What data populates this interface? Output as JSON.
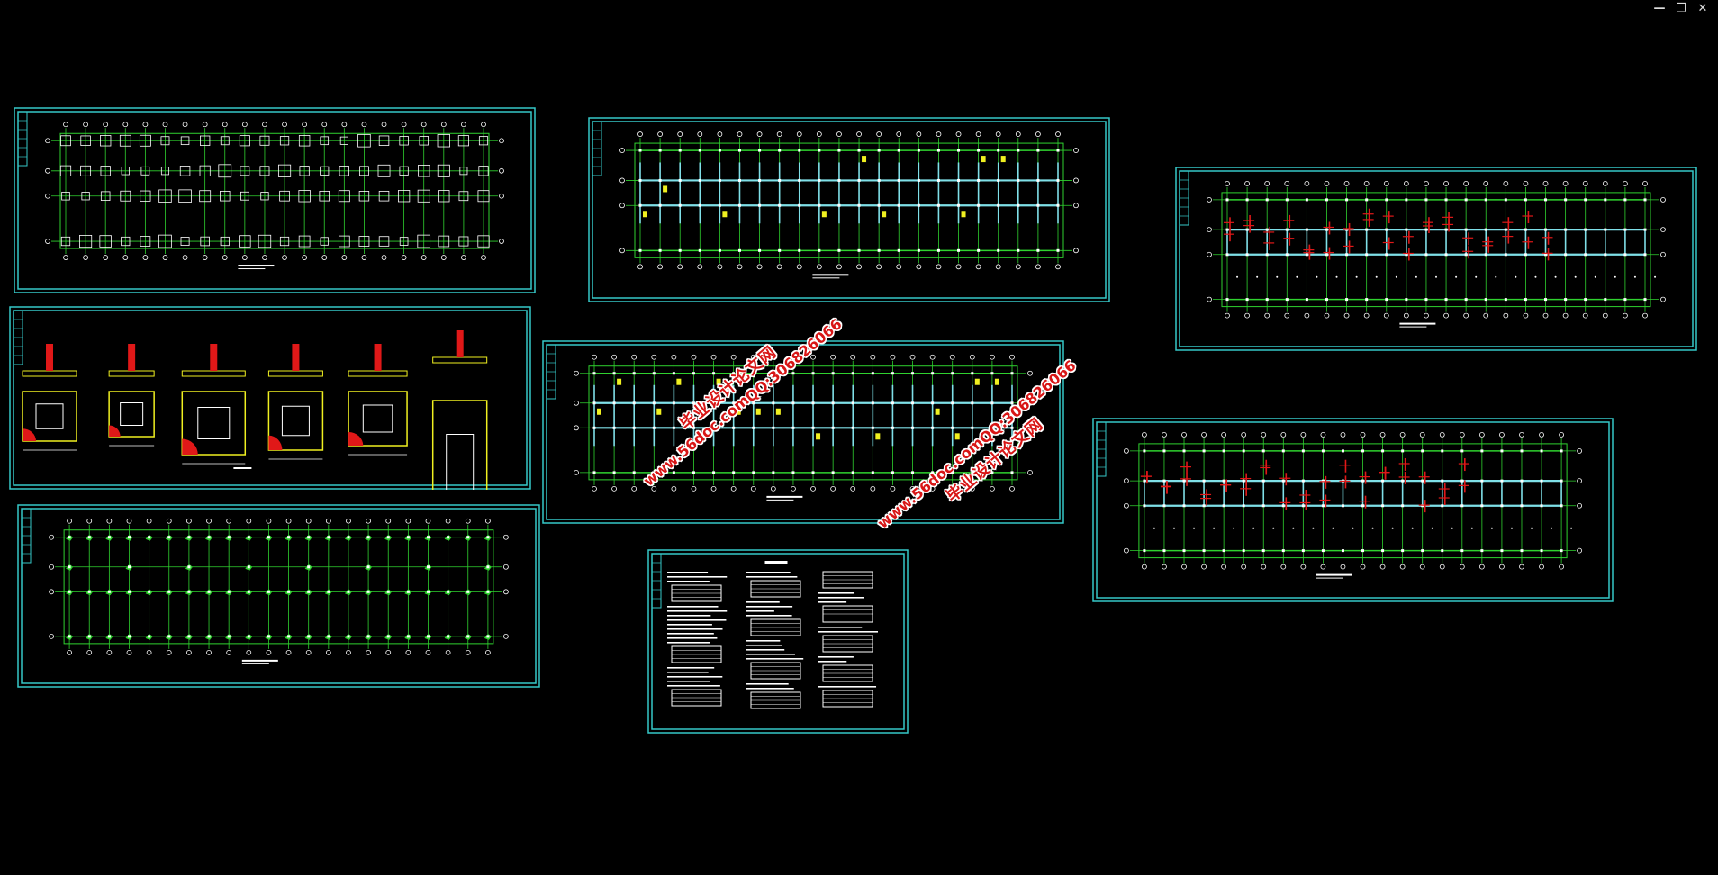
{
  "window_controls": {
    "minimize": "—",
    "restore": "❐",
    "close": "✕"
  },
  "sheets": [
    {
      "id": "foundation-plan",
      "kind": "foundation",
      "cols": 22
    },
    {
      "id": "foundation-details",
      "kind": "details",
      "cols": 6
    },
    {
      "id": "column-plan",
      "kind": "column",
      "cols": 22
    },
    {
      "id": "beam-plan-1",
      "kind": "beam",
      "cols": 22
    },
    {
      "id": "beam-plan-2",
      "kind": "beam",
      "cols": 22
    },
    {
      "id": "design-notes",
      "kind": "notes",
      "cols": 0
    },
    {
      "id": "slab-plan-1",
      "kind": "slab",
      "cols": 22
    },
    {
      "id": "slab-plan-2",
      "kind": "slab",
      "cols": 22
    }
  ],
  "watermarks": {
    "url": "www.56doc.com",
    "site": "毕业设计论文网",
    "qq": "QQ:306826066"
  },
  "colors": {
    "frame": "#36c8c8",
    "grid": "#2fd22f",
    "beam": "#7fe0e8",
    "rebar": "#e01818",
    "tag": "#f0f020",
    "text": "#ffffff",
    "watermark": "#d81616"
  }
}
